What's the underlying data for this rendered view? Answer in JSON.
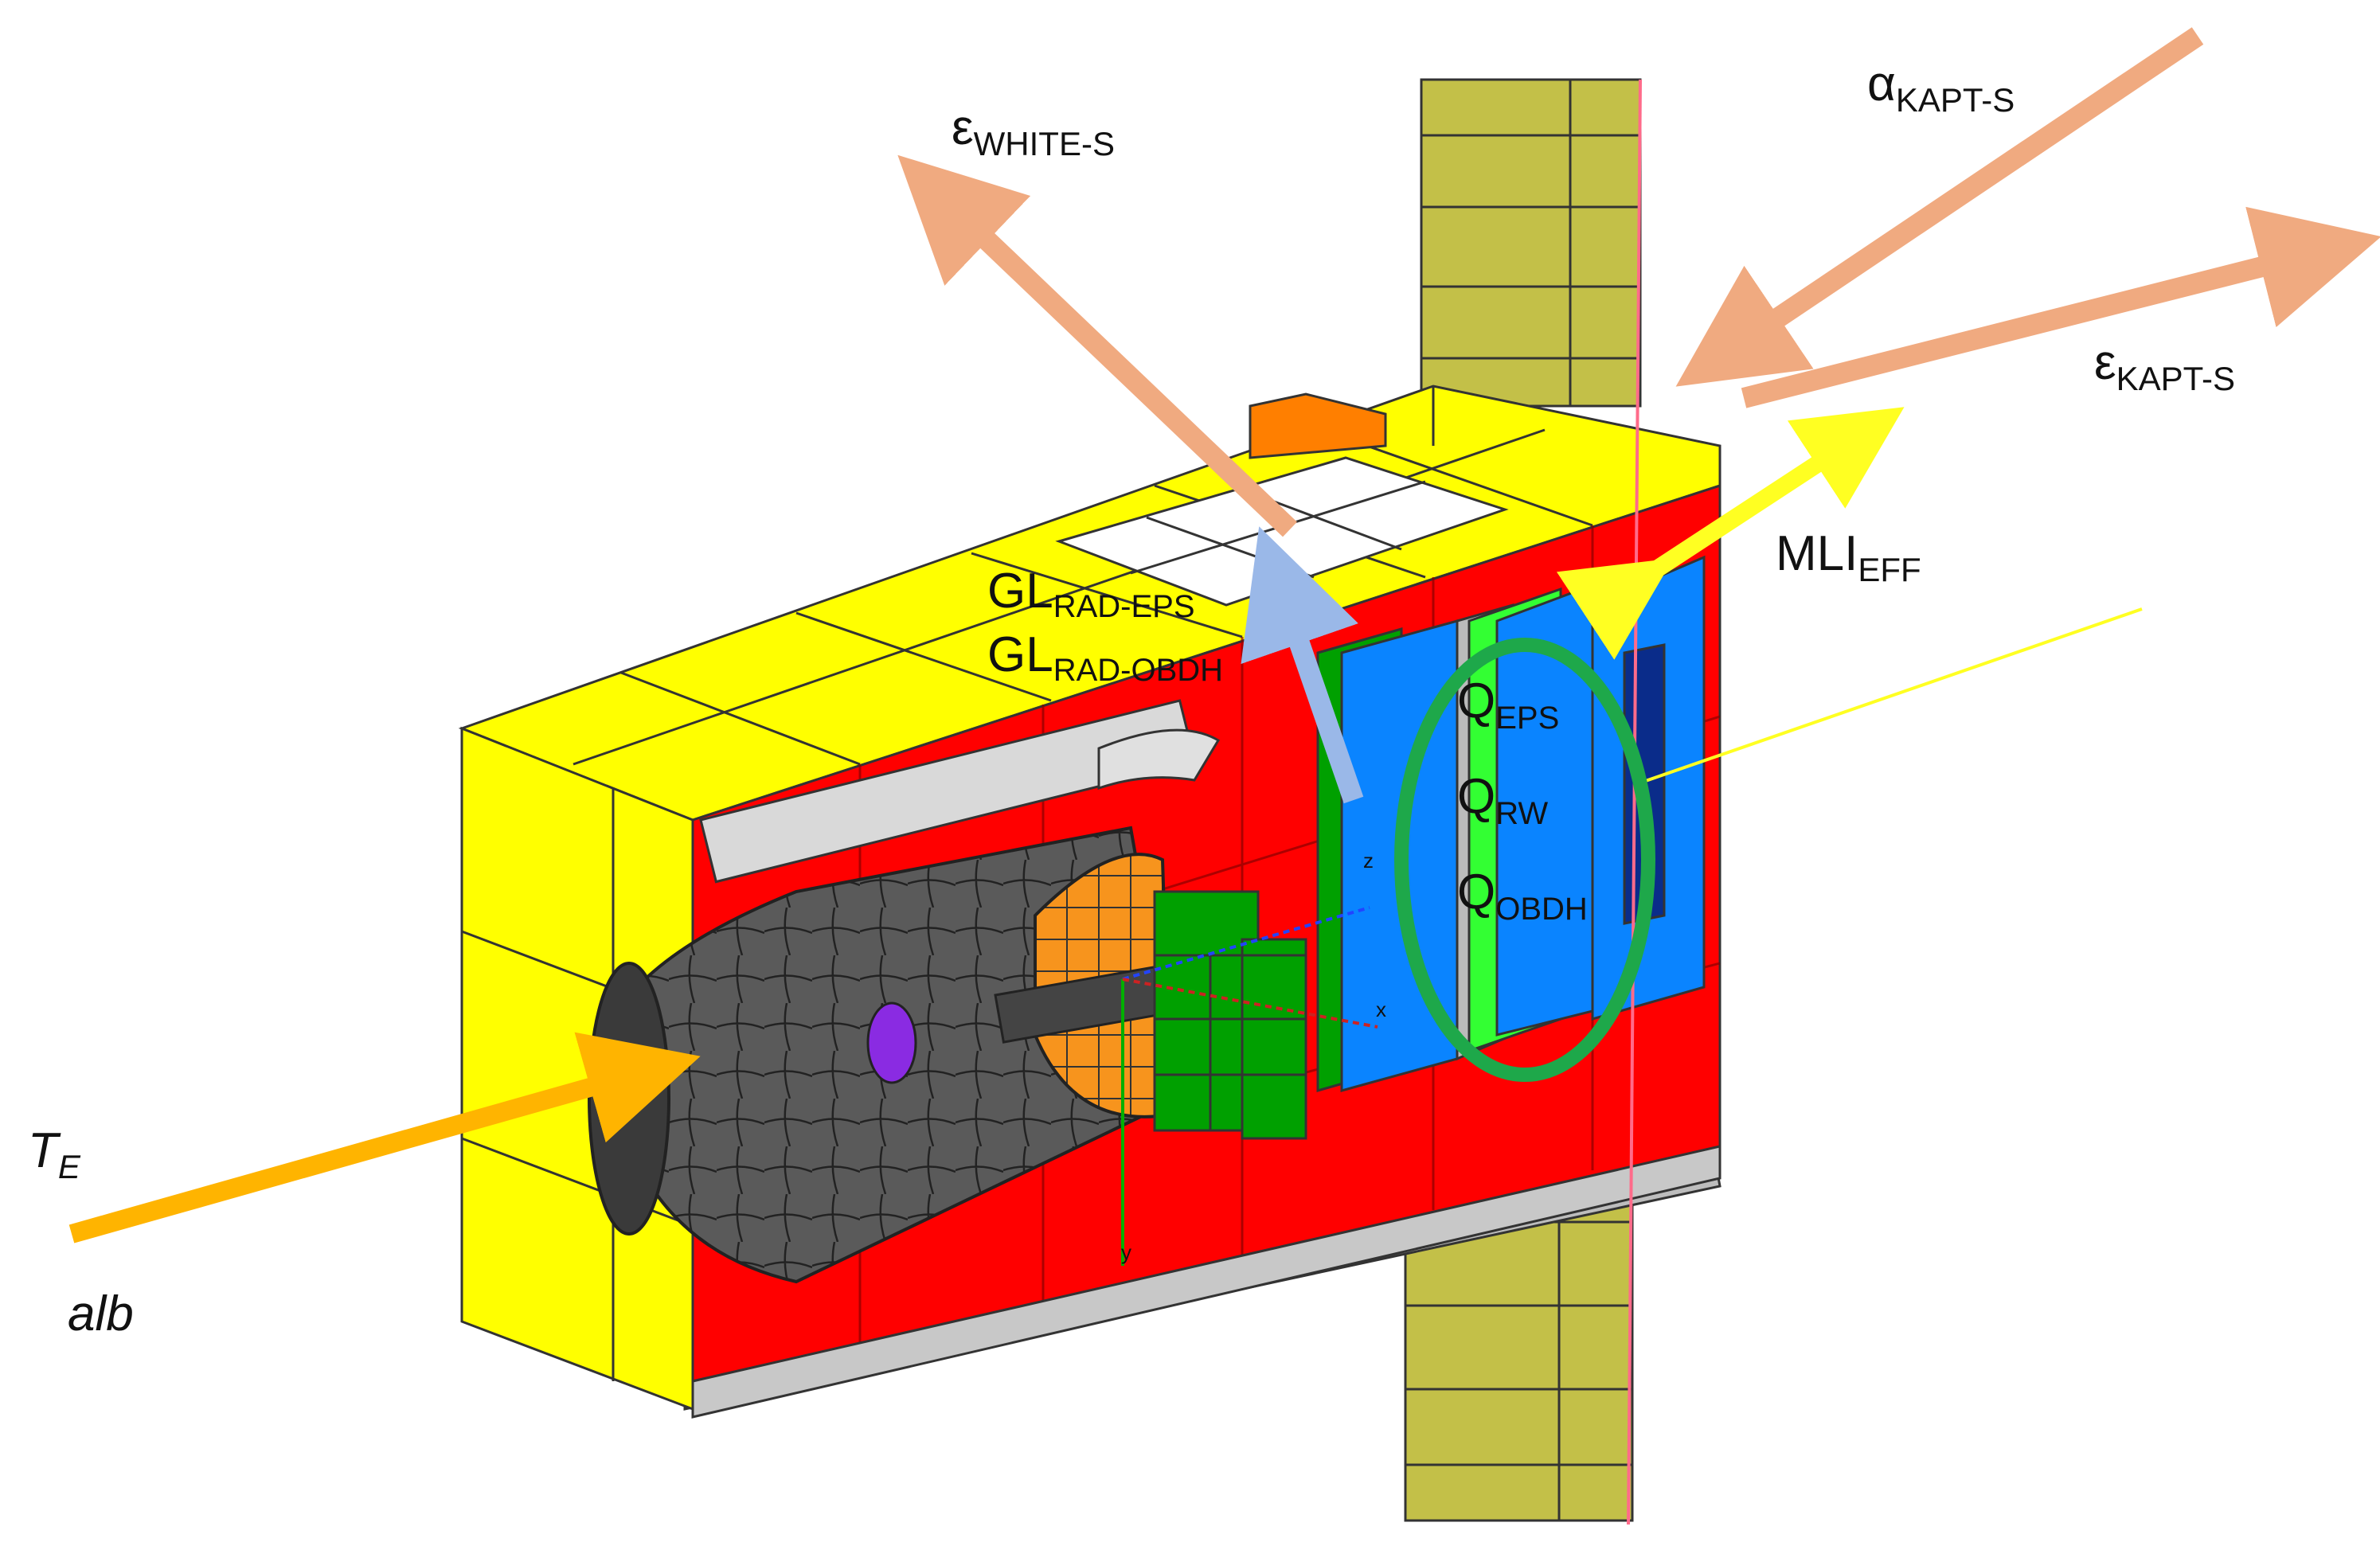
{
  "labels": {
    "eps_white": {
      "base": "ε",
      "sub": "WHITE-S"
    },
    "alpha_kapt": {
      "base": "α",
      "sub": "KAPT-S"
    },
    "eps_kapt": {
      "base": "ε",
      "sub": "KAPT-S"
    },
    "mli": {
      "base": "MLI",
      "sub": "EFF"
    },
    "gl_eps": {
      "base": "GL",
      "sub": "RAD-EPS"
    },
    "gl_obdh": {
      "base": "GL",
      "sub": "RAD-OBDH"
    },
    "q_eps": {
      "base": "Q",
      "sub": "EPS"
    },
    "q_rw": {
      "base": "Q",
      "sub": "RW"
    },
    "q_obdh": {
      "base": "Q",
      "sub": "OBDH"
    },
    "te": {
      "base": "T",
      "sub": "E"
    },
    "alb": "alb"
  },
  "axes": {
    "x": "x",
    "y": "y",
    "z": "z"
  },
  "colors": {
    "structure_yellow": "#ffff00",
    "interior_red": "#ff0000",
    "solar_panel_olive": "#c3c048",
    "board_blue": "#0a84ff",
    "board_green": "#00a000",
    "bright_green": "#33ff33",
    "arrow_peach": "#f0aa80",
    "arrow_yellow": "#ffff22",
    "arrow_orange": "#ffb400",
    "arrow_lightblue": "#9ab8e8",
    "ring_green": "#1ea84a",
    "mesh_gray": "#555555",
    "cone_orange": "#f7941d",
    "purple": "#8a2be2",
    "cap_orange": "#ff7f00",
    "edge_pink": "#ff6b8a"
  }
}
